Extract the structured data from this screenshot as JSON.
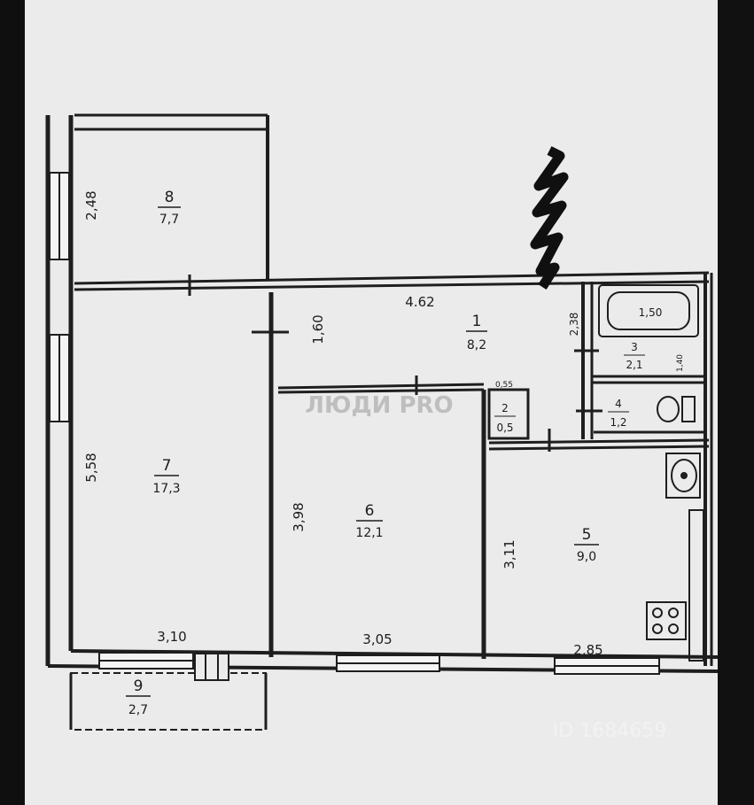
{
  "rooms": {
    "r1": {
      "number": "1",
      "area": "8,2"
    },
    "r2": {
      "number": "2",
      "area": "0,5"
    },
    "r3": {
      "number": "3",
      "area": "2,1"
    },
    "r4": {
      "number": "4",
      "area": "1,2"
    },
    "r5": {
      "number": "5",
      "area": "9,0"
    },
    "r6": {
      "number": "6",
      "area": "12,1"
    },
    "r7": {
      "number": "7",
      "area": "17,3"
    },
    "r8": {
      "number": "8",
      "area": "7,7"
    },
    "r9": {
      "number": "9",
      "area": "2,7"
    }
  },
  "dimensions": {
    "d_248": "2,48",
    "d_558": "5,58",
    "d_310": "3,10",
    "d_305": "3,05",
    "d_285": "2,85",
    "d_398": "3,98",
    "d_311": "3,11",
    "d_160": "1,60",
    "d_462": "4.62",
    "d_238": "2,38",
    "d_bath_len": "1,50",
    "d_bath_w": "1,40",
    "d_small": "0,55"
  },
  "watermarks": {
    "agency": "ЛЮДИ PRO",
    "site_code": "ID 1684659"
  }
}
